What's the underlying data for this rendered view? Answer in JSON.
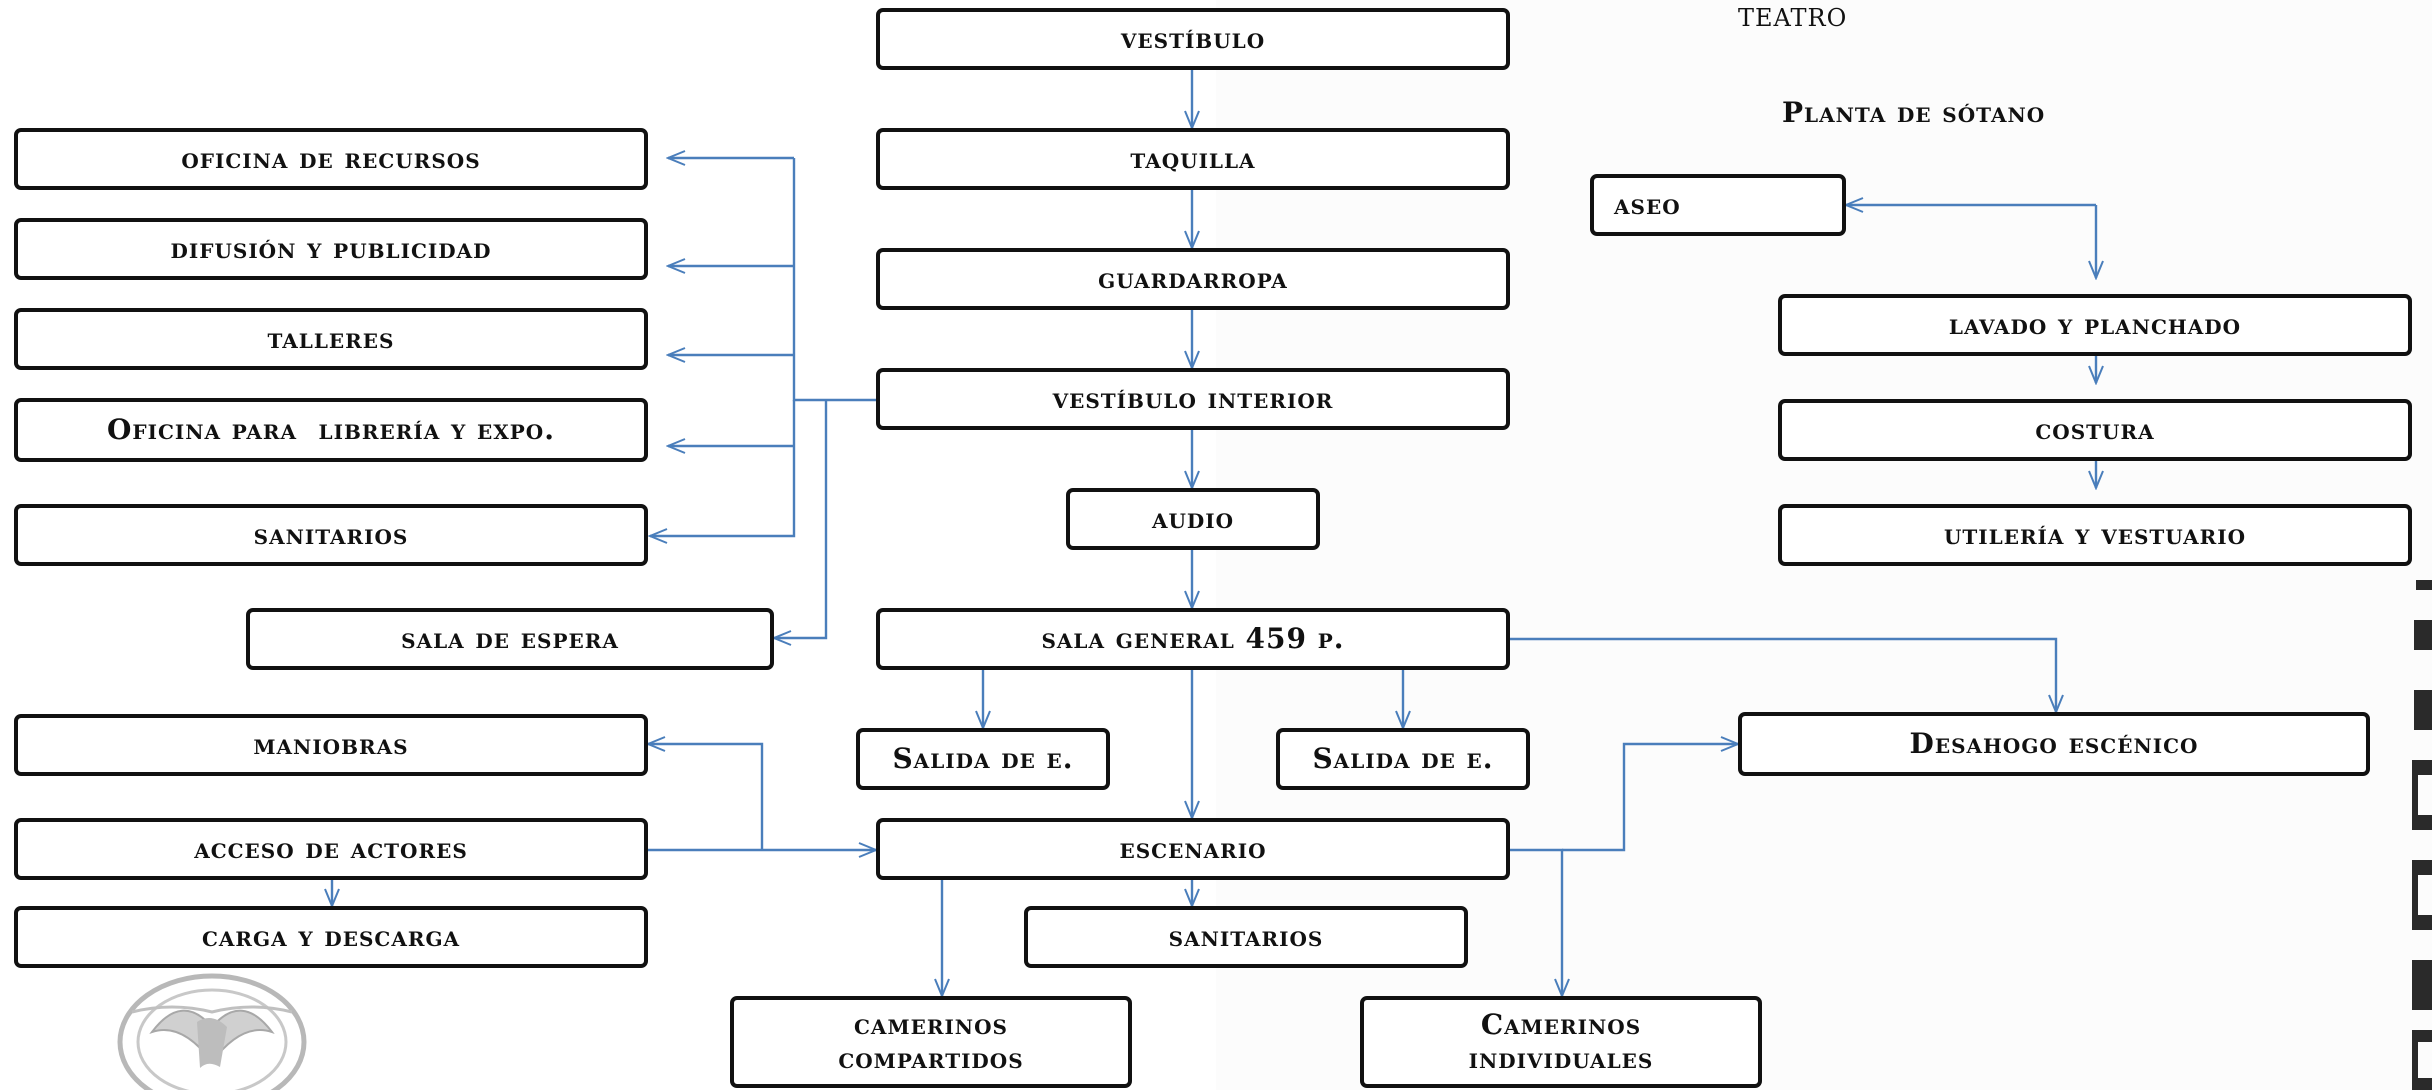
{
  "header": {
    "teatro": "TEATRO",
    "planta_sotano": "Planta de sótano"
  },
  "main": {
    "vestibulo": "vestíbulo",
    "taquilla": "taquilla",
    "guardarropa": "guardarropa",
    "vestibulo_interior": "vestíbulo interior",
    "audio": "audio",
    "sala_general": "sala general 459 p.",
    "salida_1": "Salida de e.",
    "salida_2": "Salida de e.",
    "escenario": "escenario",
    "sanitarios": "sanitarios",
    "camerinos_compartidos": "camerinos compartidos",
    "camerinos_individuales": "Camerinos individuales",
    "desahogo": "Desahogo escénico"
  },
  "left": {
    "oficina_recursos": "oficina de recursos",
    "difusion": "difusión y publicidad",
    "talleres": "talleres",
    "oficina_libreria": "Oficina para  librería y expo.",
    "sanitarios": "sanitarios",
    "sala_espera": "sala de espera",
    "maniobras": "maniobras",
    "acceso_actores": "acceso de actores",
    "carga_descarga": "carga y descarga"
  },
  "basement": {
    "aseo": "aseo",
    "lavado": "lavado y planchado",
    "costura": "costura",
    "utileria": "utilería y vestuario"
  },
  "colors": {
    "connector": "#4a7ebb",
    "box_border": "#111111"
  }
}
